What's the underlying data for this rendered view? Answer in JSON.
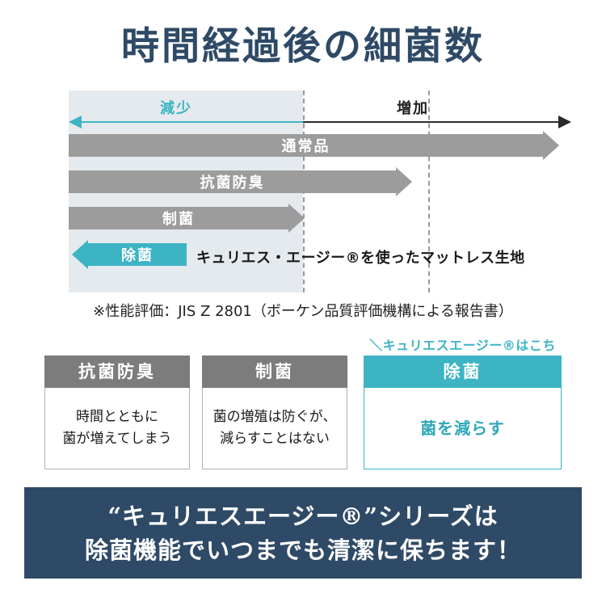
{
  "title": "時間経過後の細菌数",
  "chart": {
    "decrease_label": "減少",
    "increase_label": "増加",
    "bars": [
      {
        "label": "通常品",
        "direction": "right",
        "length": "long"
      },
      {
        "label": "抗菌防臭",
        "direction": "right",
        "length": "medium"
      },
      {
        "label": "制菌",
        "direction": "right",
        "length": "short"
      },
      {
        "label": "除菌",
        "direction": "left",
        "note": "キュリエス・エージー®を使ったマットレス生地"
      }
    ],
    "footnote": "※性能評価：JIS Z 2801（ボーケン品質評価機構による報告書）"
  },
  "callout": "＼キュリエスエージー®はこちら／",
  "boxes": [
    {
      "header": "抗菌防臭",
      "line1": "時間とともに",
      "line2": "菌が増えてしまう"
    },
    {
      "header": "制菌",
      "line1": "菌の増殖は防ぐが、",
      "line2": "減らすことはない"
    },
    {
      "header": "除菌",
      "line1": "菌を減らす",
      "line2": ""
    }
  ],
  "banner": {
    "line1": "“キュリエスエージー®”シリーズは",
    "line2": "除菌機能でいつまでも清潔に保ちます！"
  },
  "colors": {
    "navy": "#2e4a66",
    "teal": "#3cb4c4",
    "arrow_gray": "#9c9c9c",
    "header_gray": "#7c7c7c",
    "chart_background": "#e5eaee"
  }
}
